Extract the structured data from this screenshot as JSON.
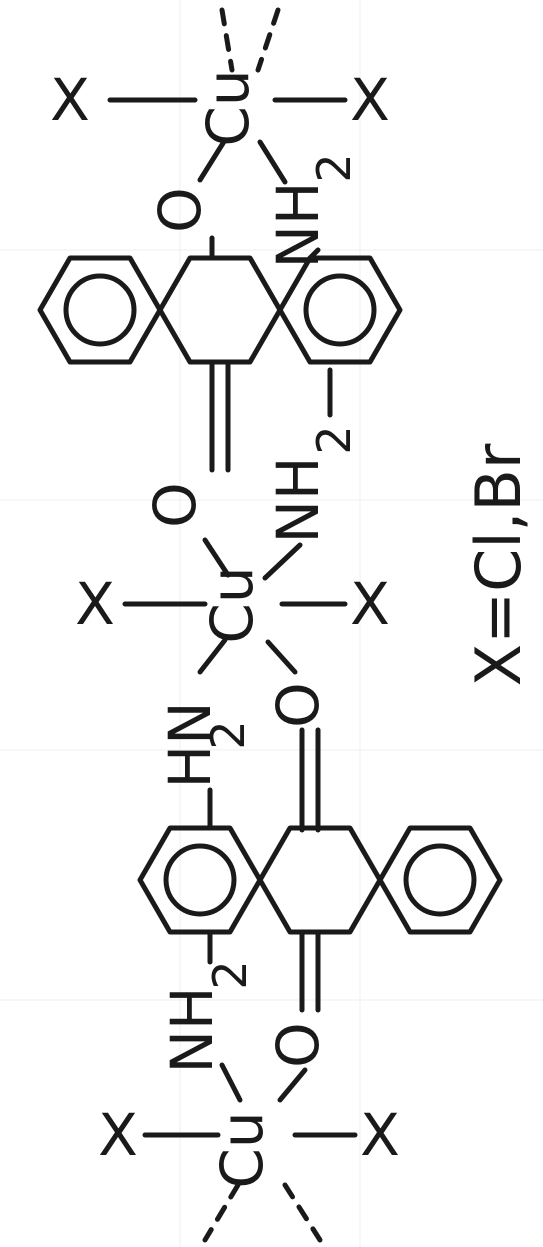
{
  "atoms": {
    "copper": "Cu",
    "oxygen": "O",
    "amine": "NH",
    "amine_rev": "HN",
    "subscript_two": "2",
    "halide": "X"
  },
  "caption": "X=Cl,Br",
  "colors": {
    "ink": "#1a1a1a",
    "paper": "#ffffff"
  }
}
